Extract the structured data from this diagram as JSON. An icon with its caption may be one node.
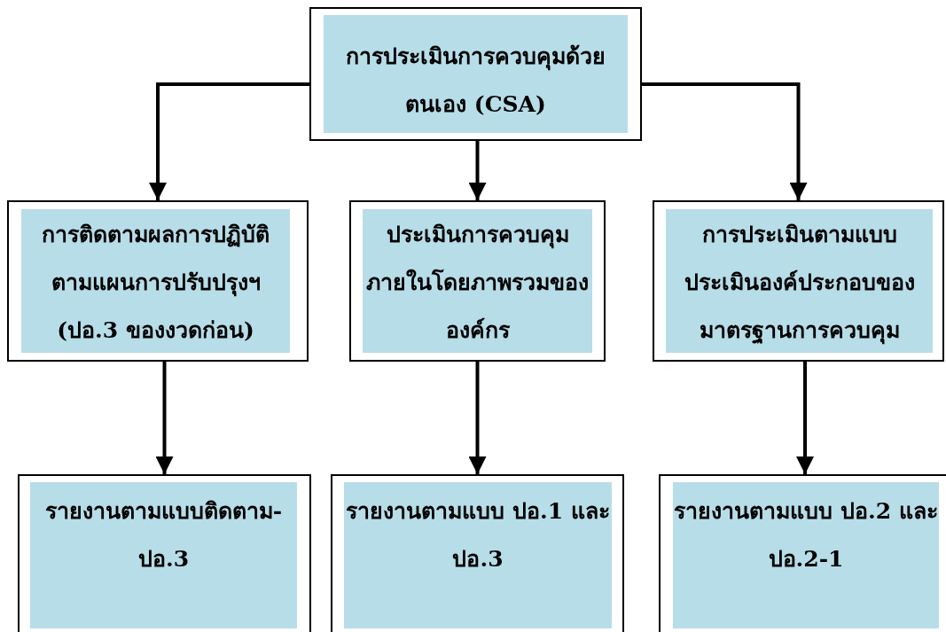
{
  "diagram": {
    "nodes": [
      {
        "text": [
          "การประเมินการควบคุมด้วยตนเอง (CSA)"
        ]
      },
      {
        "text": [
          "การติดตามผลการปฏิบัติตามแผนการปรับปรุงฯ (ปอ.3 ของงวดก่อน)"
        ]
      },
      {
        "text": [
          "ประเมินการควบคุมภายในโดยภาพรวมขององค์กร"
        ]
      },
      {
        "text": [
          "การประเมินตามแบบประเมินองค์ประกอบของมาตรฐานการควบคุม"
        ]
      },
      {
        "text": [
          "รายงานตามแบบติดตาม-ปอ.3"
        ]
      },
      {
        "text": [
          "รายงานตามแบบ ปอ.1 และ ปอ.3"
        ]
      },
      {
        "text": [
          "รายงานตามแบบ ปอ.2 และ ปอ.2-1"
        ]
      }
    ],
    "edges": [
      {
        "from": 0,
        "to": 1,
        "arrow": "to"
      },
      {
        "from": 0,
        "to": 2,
        "arrow": "to"
      },
      {
        "from": 0,
        "to": 3,
        "arrow": "to"
      },
      {
        "from": 1,
        "to": 4,
        "arrow": "to"
      },
      {
        "from": 2,
        "to": 5,
        "arrow": "to"
      },
      {
        "from": 3,
        "to": 6,
        "arrow": "to"
      }
    ]
  }
}
